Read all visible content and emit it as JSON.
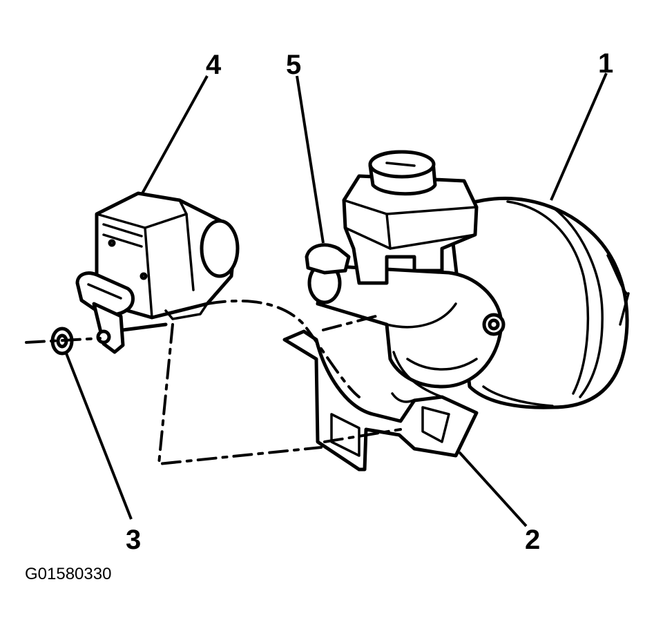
{
  "callouts": [
    {
      "id": "1",
      "part": "master-cylinder-booster-assembly"
    },
    {
      "id": "2",
      "part": "mounting-bracket"
    },
    {
      "id": "3",
      "part": "nut"
    },
    {
      "id": "4",
      "part": "abs-modulator"
    },
    {
      "id": "5",
      "part": "brake-line-fitting"
    }
  ],
  "figure_id": "G01580330",
  "colors": {
    "ink": "#000000",
    "paper": "#ffffff"
  }
}
